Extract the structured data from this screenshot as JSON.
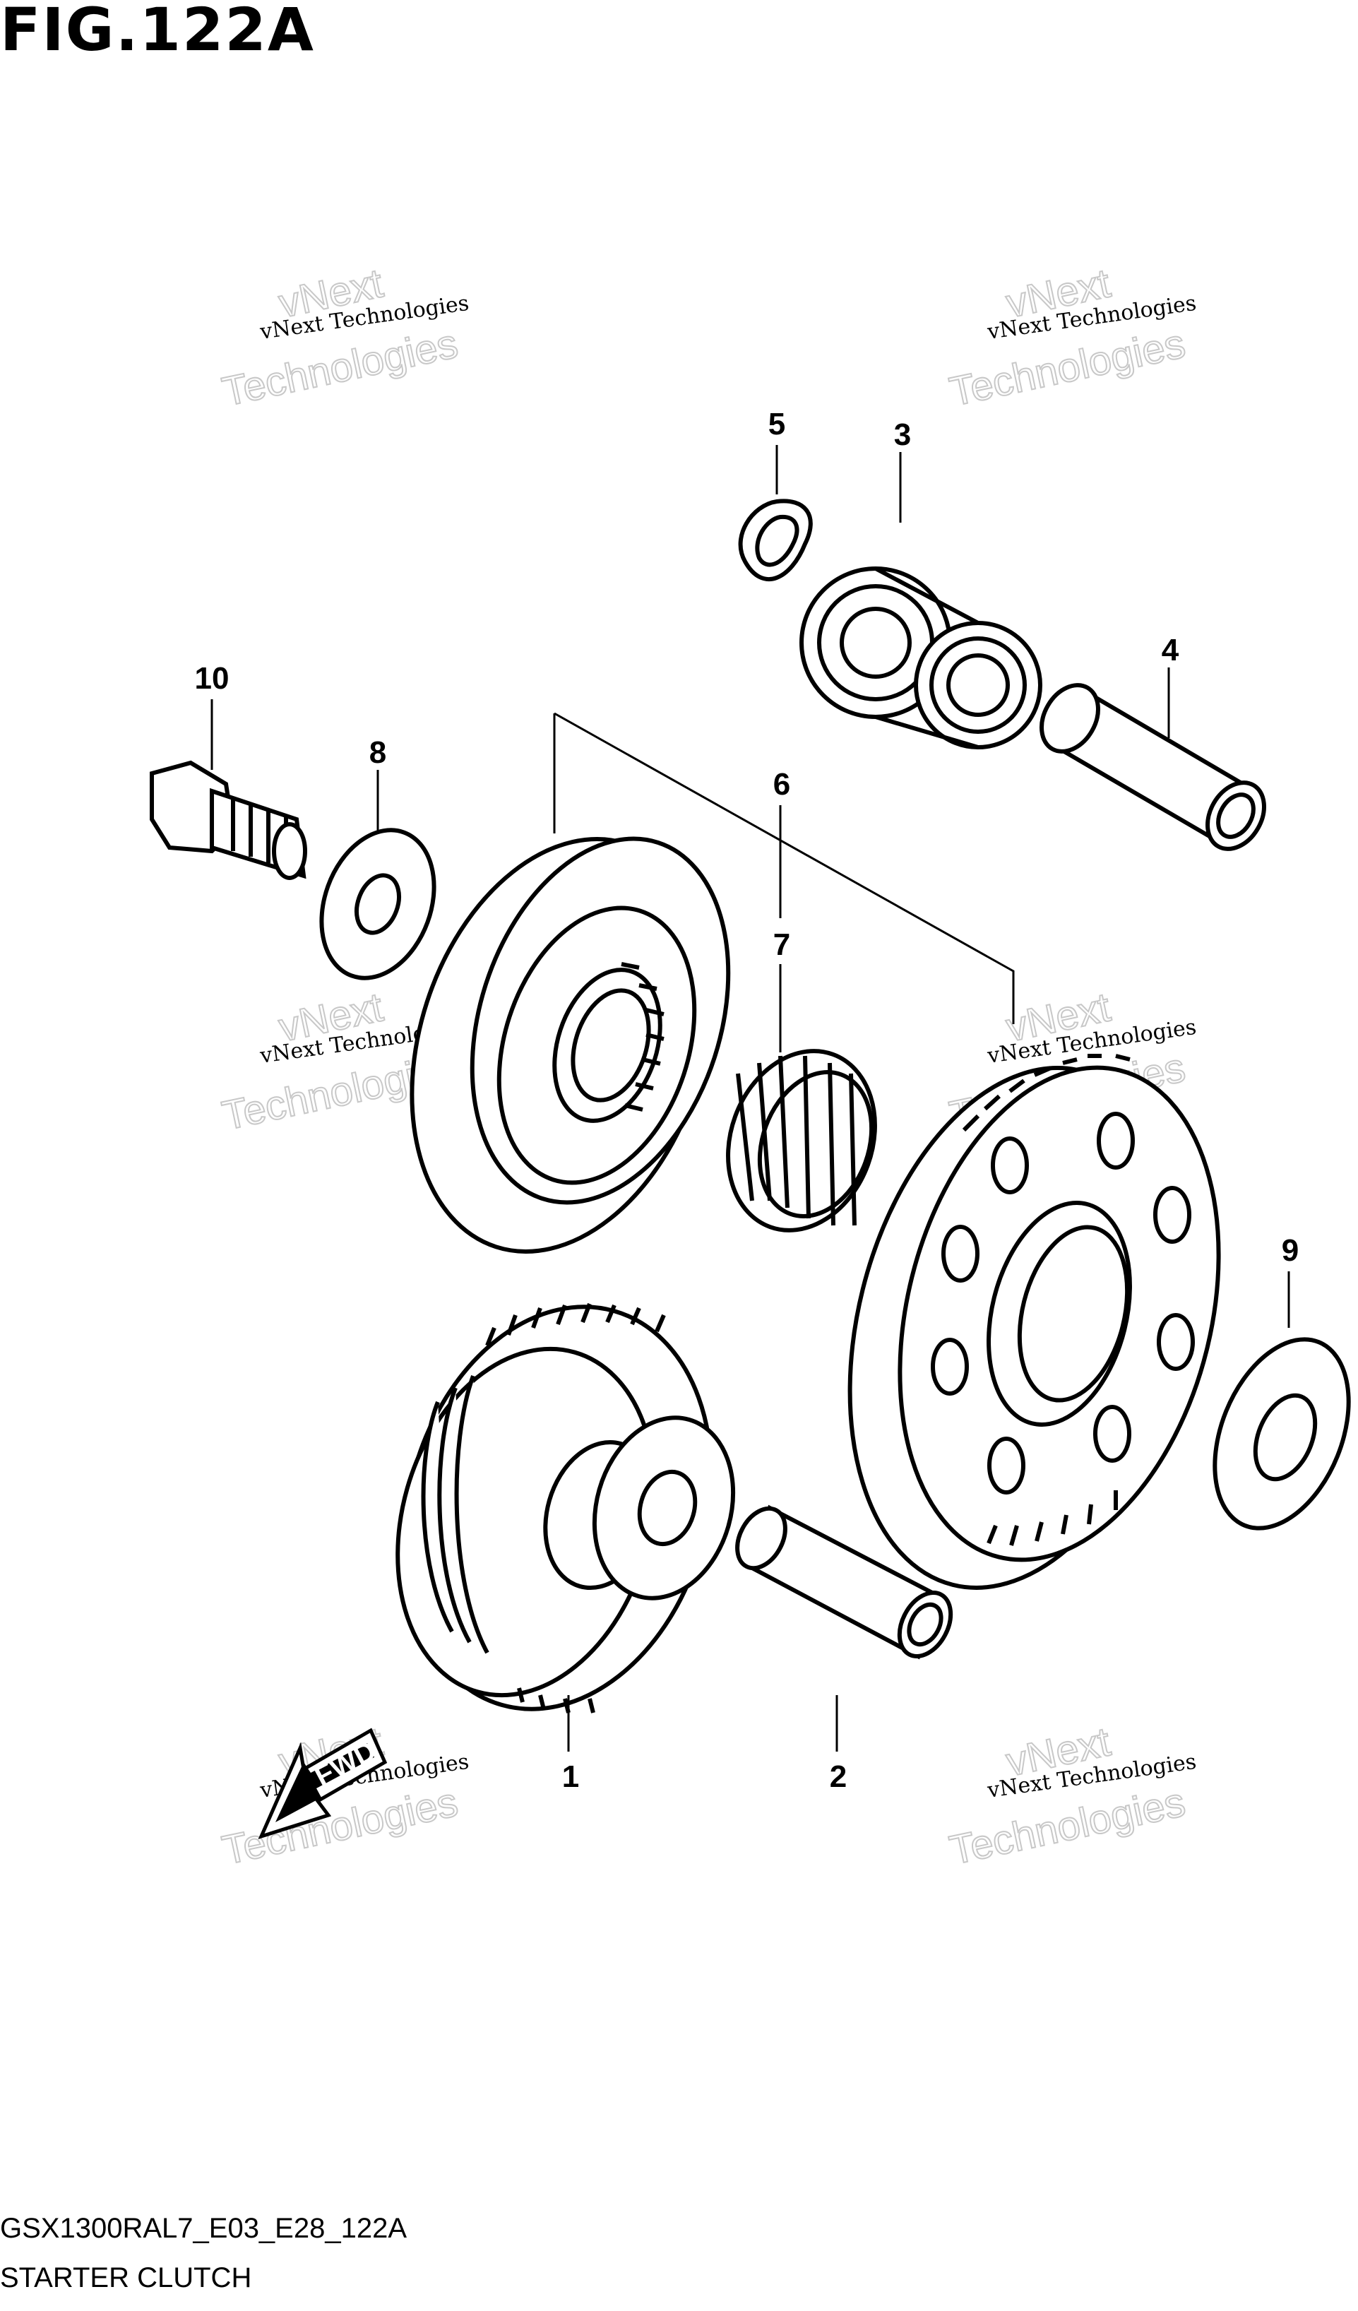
{
  "figure": {
    "title": "FIG.122A",
    "code": "GSX1300RAL7_E03_E28_122A",
    "caption": "STARTER CLUTCH"
  },
  "callouts": [
    "1",
    "2",
    "3",
    "4",
    "5",
    "6",
    "7",
    "8",
    "9",
    "10"
  ],
  "watermark": {
    "line1": "vNext Technologies",
    "line2": "vNext",
    "line3": "Technologies"
  },
  "fwd_label": "FWD"
}
